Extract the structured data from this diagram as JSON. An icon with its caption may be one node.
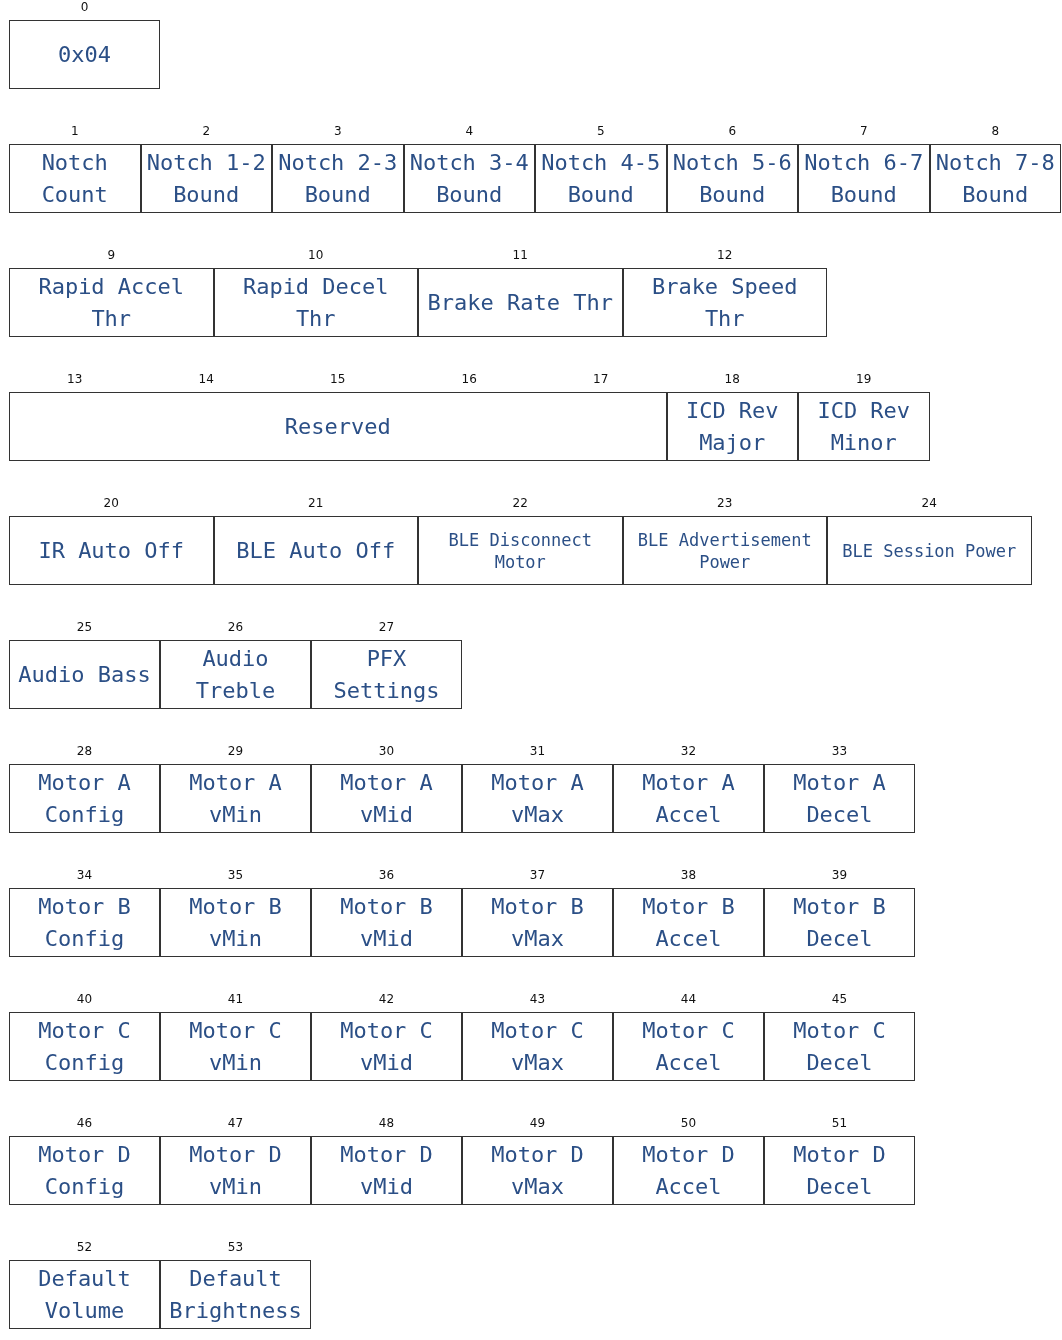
{
  "diagram": {
    "nodes": [
      {
        "text": [
          "0x04"
        ],
        "beside": [
          "0"
        ]
      },
      {
        "text": [
          "Notch Count"
        ],
        "beside": [
          "1"
        ]
      },
      {
        "text": [
          "Notch 1-2 Bound"
        ],
        "beside": [
          "2"
        ]
      },
      {
        "text": [
          "Notch 2-3 Bound"
        ],
        "beside": [
          "3"
        ]
      },
      {
        "text": [
          "Notch 3-4 Bound"
        ],
        "beside": [
          "4"
        ]
      },
      {
        "text": [
          "Notch 4-5 Bound"
        ],
        "beside": [
          "5"
        ]
      },
      {
        "text": [
          "Notch 5-6 Bound"
        ],
        "beside": [
          "6"
        ]
      },
      {
        "text": [
          "Notch 6-7 Bound"
        ],
        "beside": [
          "7"
        ]
      },
      {
        "text": [
          "Notch 7-8 Bound"
        ],
        "beside": [
          "8"
        ]
      },
      {
        "text": [
          "Rapid Accel Thr"
        ],
        "beside": [
          "9"
        ]
      },
      {
        "text": [
          "Rapid Decel Thr"
        ],
        "beside": [
          "10"
        ]
      },
      {
        "text": [
          "Brake Rate Thr"
        ],
        "beside": [
          "11"
        ]
      },
      {
        "text": [
          "Brake Speed Thr"
        ],
        "beside": [
          "12"
        ]
      },
      {
        "text": [
          "Reserved"
        ],
        "beside": [
          "13",
          "14",
          "15",
          "16",
          "17"
        ]
      },
      {
        "text": [
          "ICD Rev Major"
        ],
        "beside": [
          "18"
        ]
      },
      {
        "text": [
          "ICD Rev Minor"
        ],
        "beside": [
          "19"
        ]
      },
      {
        "text": [
          "IR Auto Off"
        ],
        "beside": [
          "20"
        ]
      },
      {
        "text": [
          "BLE Auto Off"
        ],
        "beside": [
          "21"
        ]
      },
      {
        "text": [
          "BLE Disconnect Motor"
        ],
        "beside": [
          "22"
        ]
      },
      {
        "text": [
          "BLE Advertisement Power"
        ],
        "beside": [
          "23"
        ]
      },
      {
        "text": [
          "BLE Session Power"
        ],
        "beside": [
          "24"
        ]
      },
      {
        "text": [
          "Audio Bass"
        ],
        "beside": [
          "25"
        ]
      },
      {
        "text": [
          "Audio Treble"
        ],
        "beside": [
          "26"
        ]
      },
      {
        "text": [
          "PFX Settings"
        ],
        "beside": [
          "27"
        ]
      },
      {
        "text": [
          "Motor A Config"
        ],
        "beside": [
          "28"
        ]
      },
      {
        "text": [
          "Motor A vMin"
        ],
        "beside": [
          "29"
        ]
      },
      {
        "text": [
          "Motor A vMid"
        ],
        "beside": [
          "30"
        ]
      },
      {
        "text": [
          "Motor A vMax"
        ],
        "beside": [
          "31"
        ]
      },
      {
        "text": [
          "Motor A Accel"
        ],
        "beside": [
          "32"
        ]
      },
      {
        "text": [
          "Motor A Decel"
        ],
        "beside": [
          "33"
        ]
      },
      {
        "text": [
          "Motor B Config"
        ],
        "beside": [
          "34"
        ]
      },
      {
        "text": [
          "Motor B vMin"
        ],
        "beside": [
          "35"
        ]
      },
      {
        "text": [
          "Motor B vMid"
        ],
        "beside": [
          "36"
        ]
      },
      {
        "text": [
          "Motor B vMax"
        ],
        "beside": [
          "37"
        ]
      },
      {
        "text": [
          "Motor B Accel"
        ],
        "beside": [
          "38"
        ]
      },
      {
        "text": [
          "Motor B Decel"
        ],
        "beside": [
          "39"
        ]
      },
      {
        "text": [
          "Motor C Config"
        ],
        "beside": [
          "40"
        ]
      },
      {
        "text": [
          "Motor C vMin"
        ],
        "beside": [
          "41"
        ]
      },
      {
        "text": [
          "Motor C vMid"
        ],
        "beside": [
          "42"
        ]
      },
      {
        "text": [
          "Motor C vMax"
        ],
        "beside": [
          "43"
        ]
      },
      {
        "text": [
          "Motor C Accel"
        ],
        "beside": [
          "44"
        ]
      },
      {
        "text": [
          "Motor C Decel"
        ],
        "beside": [
          "45"
        ]
      },
      {
        "text": [
          "Motor D Config"
        ],
        "beside": [
          "46"
        ]
      },
      {
        "text": [
          "Motor D vMin"
        ],
        "beside": [
          "47"
        ]
      },
      {
        "text": [
          "Motor D vMid"
        ],
        "beside": [
          "48"
        ]
      },
      {
        "text": [
          "Motor D vMax"
        ],
        "beside": [
          "49"
        ]
      },
      {
        "text": [
          "Motor D Accel"
        ],
        "beside": [
          "50"
        ]
      },
      {
        "text": [
          "Motor D Decel"
        ],
        "beside": [
          "51"
        ]
      },
      {
        "text": [
          "Default Volume"
        ],
        "beside": [
          "52"
        ]
      },
      {
        "text": [
          "Default Brightness"
        ],
        "beside": [
          "53"
        ]
      }
    ]
  }
}
